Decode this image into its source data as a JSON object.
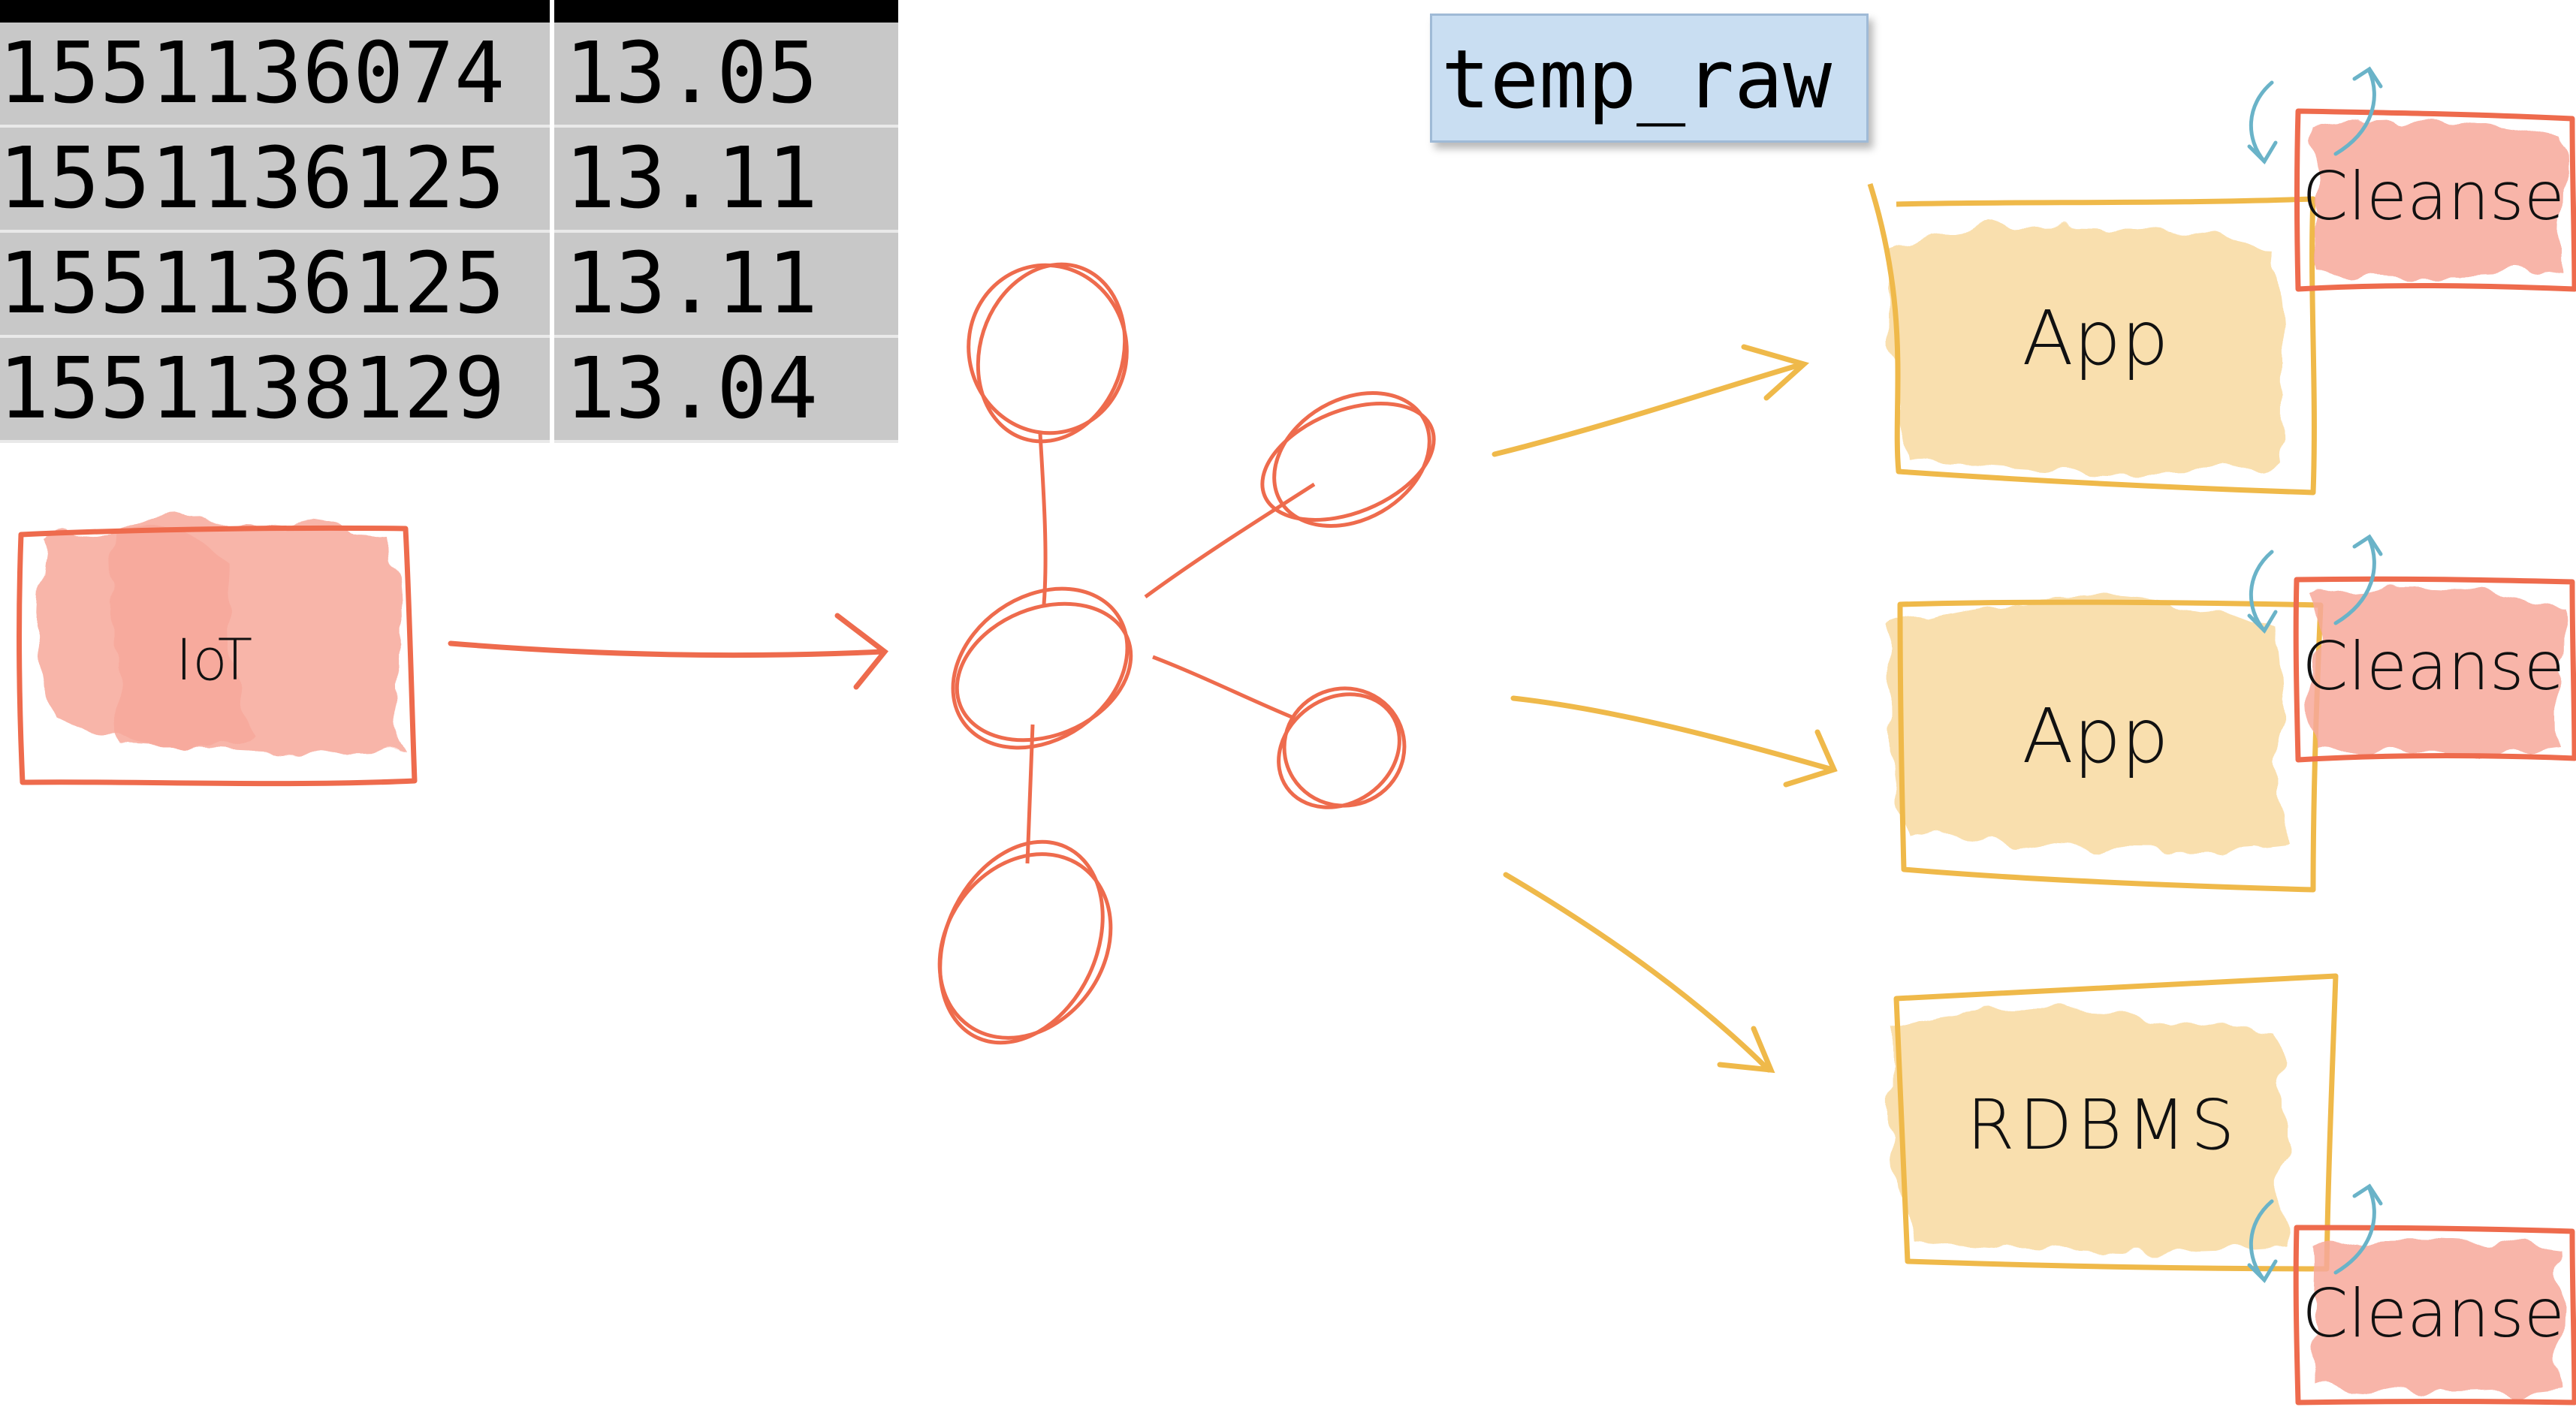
{
  "table": {
    "columns": [
      "",
      ""
    ],
    "rows": [
      [
        "1551136074",
        "13.05"
      ],
      [
        "1551136125",
        "13.11"
      ],
      [
        "1551136125",
        "13.11"
      ],
      [
        "1551138129",
        "13.04"
      ]
    ]
  },
  "topic_label": "temp_raw",
  "nodes": {
    "source": "IoT",
    "app1": "App",
    "app2": "App",
    "rdbms": "RDBMS",
    "cleanse1": "Cleanse",
    "cleanse2": "Cleanse",
    "cleanse3": "Cleanse"
  },
  "colors": {
    "red": "#ee6b4d",
    "red_fill": "#f7a99b",
    "yellow": "#efb94a",
    "yellow_fill": "#f9dca6",
    "blue_arrow": "#6ab3c8",
    "table_header": "#000000",
    "table_cell": "#c8c8c8",
    "label_bg": "#c9def2"
  }
}
